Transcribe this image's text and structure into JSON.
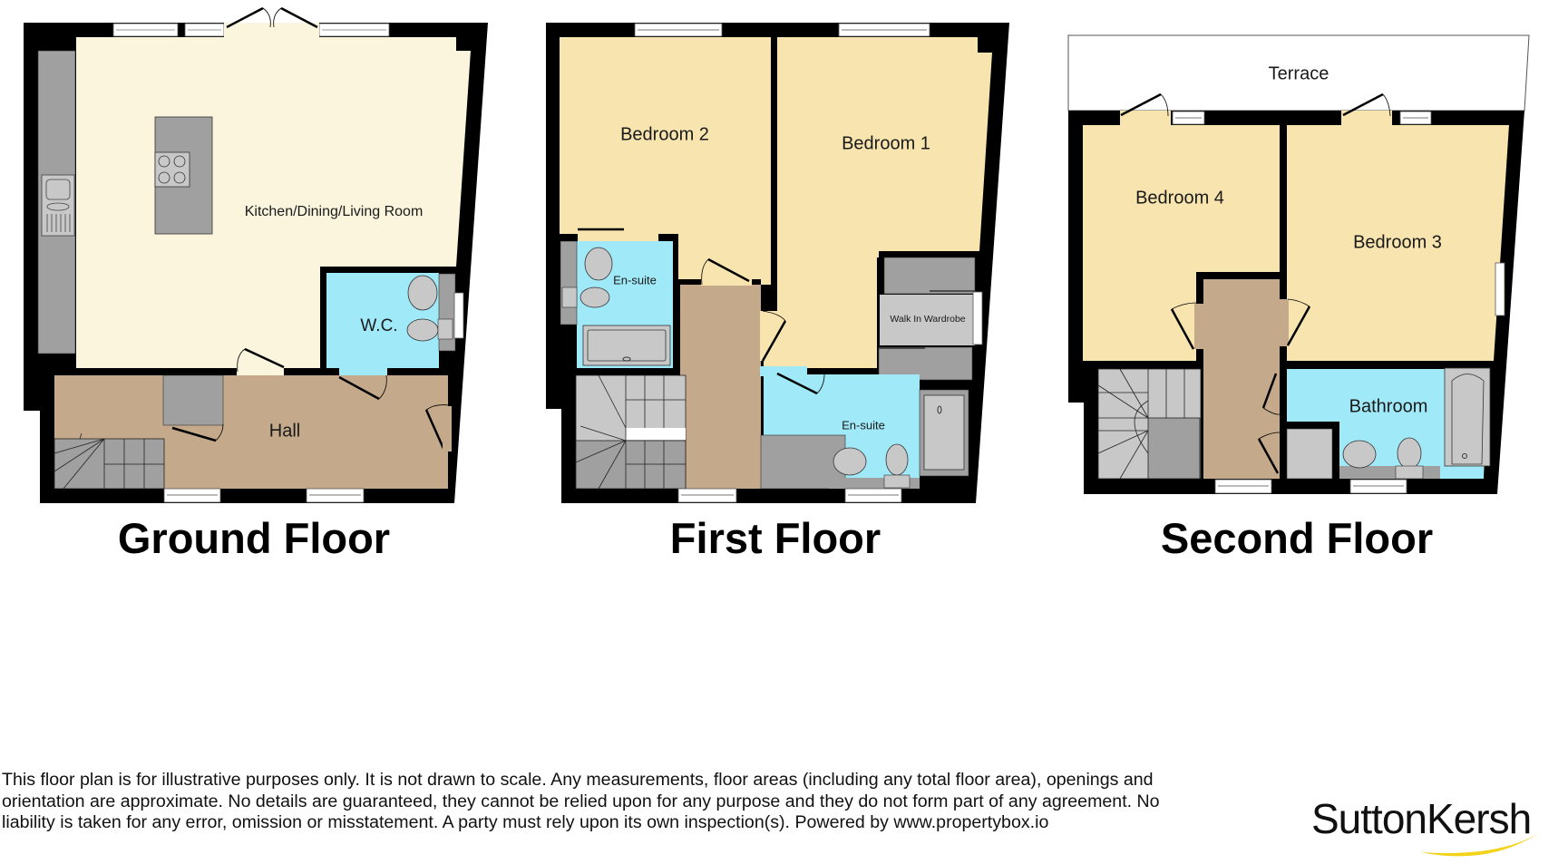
{
  "colors": {
    "wall": "#000000",
    "kitchen": "#FAF5DC",
    "bedroom": "#F7E4AE",
    "wet_room": "#A0E9F8",
    "hall": "#C4A98A",
    "fixture_dark": "#A0A0A0",
    "fixture_light": "#C8C8C8",
    "logo_accent": "#F2D21B"
  },
  "floors": [
    {
      "title": "Ground Floor",
      "rooms": [
        {
          "name": "Kitchen/Dining/Living Room"
        },
        {
          "name": "W.C."
        },
        {
          "name": "Hall"
        }
      ]
    },
    {
      "title": "First Floor",
      "rooms": [
        {
          "name": "Bedroom 2"
        },
        {
          "name": "Bedroom 1"
        },
        {
          "name": "En-suite"
        },
        {
          "name": "Walk In Wardrobe"
        },
        {
          "name": "En-suite"
        }
      ]
    },
    {
      "title": "Second Floor",
      "rooms": [
        {
          "name": "Terrace"
        },
        {
          "name": "Bedroom 4"
        },
        {
          "name": "Bedroom 3"
        },
        {
          "name": "Bathroom"
        }
      ]
    }
  ],
  "disclaimer": {
    "lines": [
      "This floor plan is for illustrative purposes only. It is not drawn to scale. Any measurements, floor areas (including any total floor area), openings and",
      "orientation are approximate. No details are guaranteed, they cannot be relied upon for any purpose and they do not form part of any agreement. No",
      "liability is taken for any error, omission or misstatement. A party must rely upon its own inspection(s). Powered by www.propertybox.io"
    ]
  },
  "logo": {
    "text": "SuttonKersh"
  }
}
